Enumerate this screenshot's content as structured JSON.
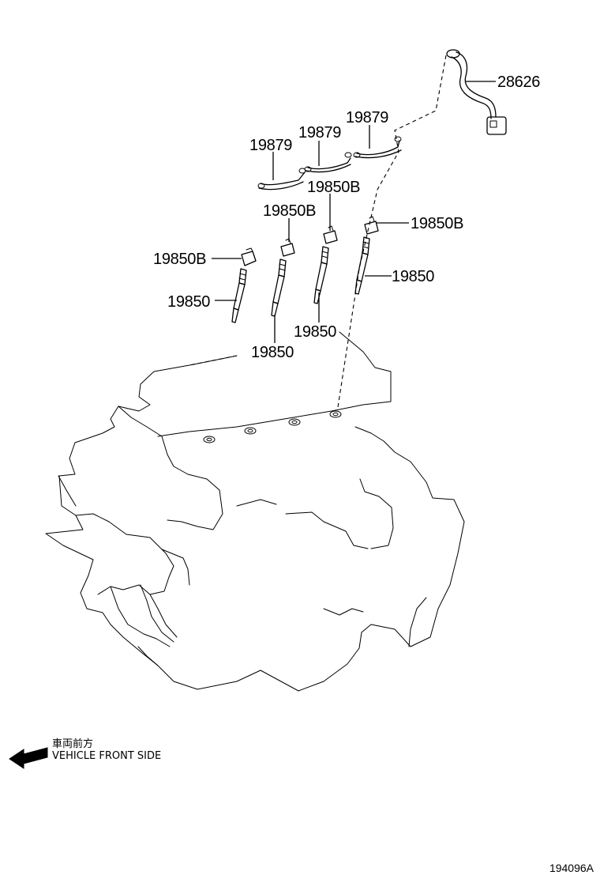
{
  "callouts": {
    "sensor": "28626",
    "clamp_1": "19879",
    "clamp_2": "19879",
    "clamp_3": "19879",
    "nut_1": "19850B",
    "nut_2": "19850B",
    "nut_3": "19850B",
    "nut_4": "19850B",
    "plug_1": "19850",
    "plug_2": "19850",
    "plug_3": "19850",
    "plug_4": "19850"
  },
  "orientation": {
    "label_jp": "車両前方",
    "label_en": "VEHICLE FRONT SIDE",
    "arrow_icon": "arrow-left-icon"
  },
  "figure_id": "194096A"
}
